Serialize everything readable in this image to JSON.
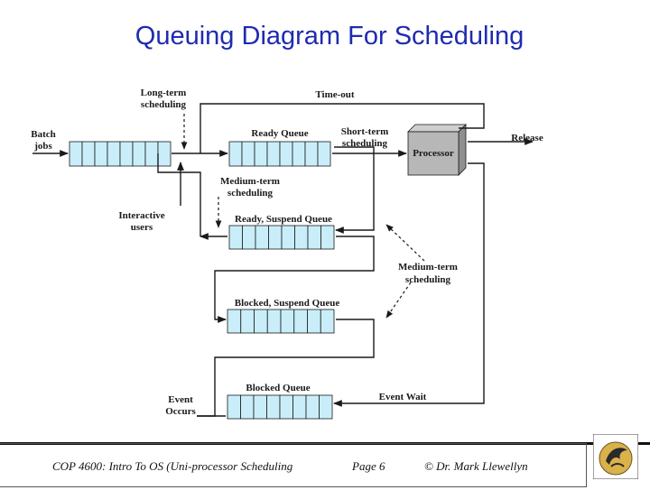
{
  "title": "Queuing Diagram For Scheduling",
  "diagram": {
    "long_term": [
      "Long-term",
      "scheduling"
    ],
    "time_out": "Time-out",
    "batch_jobs": [
      "Batch",
      "jobs"
    ],
    "ready_queue": "Ready Queue",
    "short_term": [
      "Short-term",
      "scheduling"
    ],
    "processor": "Processor",
    "release": "Release",
    "medium_term_upper": [
      "Medium-term",
      "scheduling"
    ],
    "interactive_users": [
      "Interactive",
      "users"
    ],
    "ready_suspend_queue": "Ready, Suspend Queue",
    "medium_term_right": [
      "Medium-term",
      "scheduling"
    ],
    "blocked_suspend_queue": "Blocked, Suspend Queue",
    "blocked_queue": "Blocked Queue",
    "event_wait": "Event Wait",
    "event_occurs": [
      "Event",
      "Occurs"
    ]
  },
  "footer": {
    "course": "COP 4600: Intro To OS  (Uni-processor Scheduling",
    "page": "Page 6",
    "copyright": "© Dr. Mark Llewellyn"
  },
  "logo_icon": "pegasus-logo-icon"
}
